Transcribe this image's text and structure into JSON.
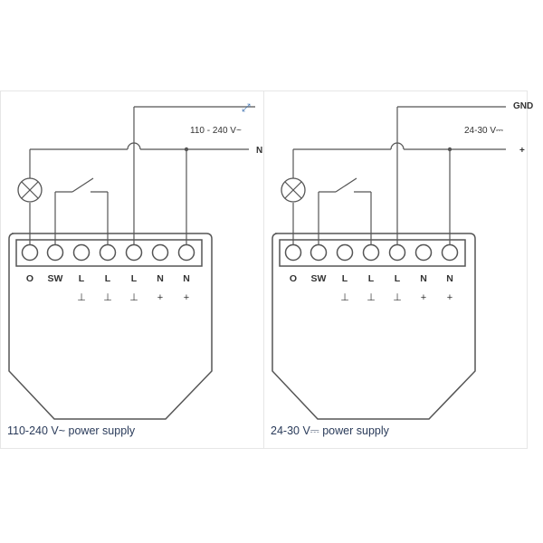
{
  "left": {
    "voltage": "110 - 240 V~",
    "line_label": "N",
    "terminals": [
      "O",
      "SW",
      "L",
      "L",
      "L",
      "N",
      "N"
    ],
    "symbols": [
      "⊥",
      "⊥",
      "⊥",
      "+",
      "+"
    ],
    "caption": "110-240 V~ power supply"
  },
  "right": {
    "voltage": "24-30 V⎓",
    "top_label": "GND",
    "line_label": "+",
    "terminals": [
      "O",
      "SW",
      "L",
      "L",
      "L",
      "N",
      "N"
    ],
    "symbols": [
      "⊥",
      "⊥",
      "⊥",
      "+",
      "+"
    ],
    "caption": "24-30 V⎓ power supply"
  },
  "icons": {
    "expand": "expand-arrows-icon"
  },
  "colors": {
    "line": "#555555",
    "caption": "#2a3b5a",
    "link": "#3a6fb0"
  }
}
